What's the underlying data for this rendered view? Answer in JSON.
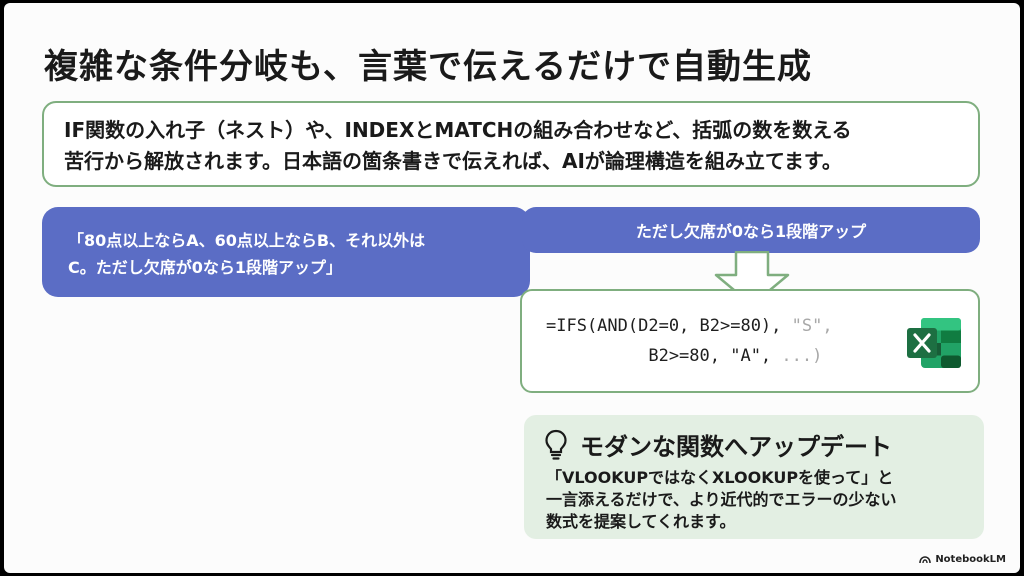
{
  "slide": {
    "title": "複雑な条件分岐も、言葉で伝えるだけで自動生成",
    "intro_lines": [
      "IF関数の入れ子（ネスト）や、INDEXとMATCHの組み合わせなど、括弧の数を数える",
      "苦行から解放されます。日本語の箇条書きで伝えれば、AIが論理構造を組み立てます。"
    ],
    "quote_lines": [
      "「80点以上ならA、60点以上ならB、それ以外は",
      "C。ただし欠席が0なら1段階アップ」"
    ],
    "highlight_label": "ただし欠席が0なら1段階アップ",
    "formula": {
      "line1_main": "=IFS(AND(D2=0, B2>=80), ",
      "line1_faded": "\"S\",",
      "line2_main": "          B2>=80, \"A\", ",
      "line2_faded": "...)"
    },
    "app_icon": "excel-icon",
    "tip": {
      "icon": "lightbulb-icon",
      "heading": "モダンな関数へアップデート",
      "body_lines": [
        "「VLOOKUPではなくXLOOKUPを使って」と",
        "一言添えるだけで、より近代的でエラーの少ない",
        "数式を提案してくれます。"
      ]
    },
    "brand": "NotebookLM",
    "colors": {
      "accent_blue": "#5b6dc5",
      "border_green": "#7fae7f",
      "tip_background": "#e3efe3",
      "excel_green": "#1d6f42"
    }
  }
}
